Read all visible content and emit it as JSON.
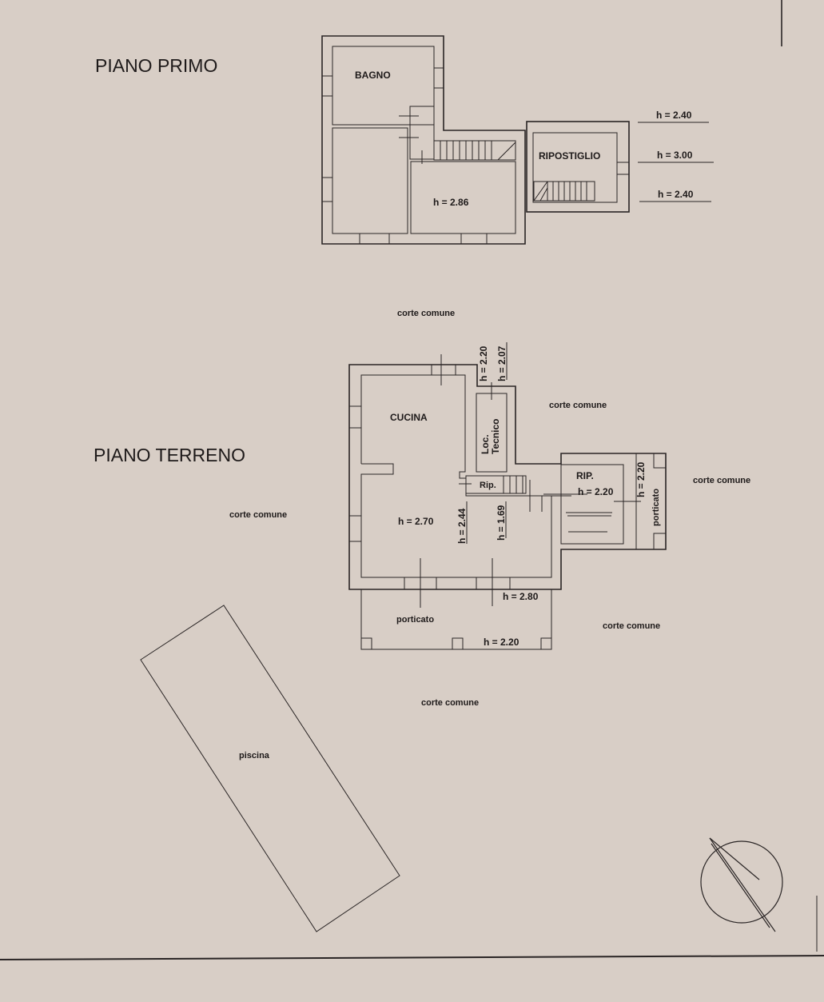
{
  "floors": {
    "first": {
      "title": "PIANO PRIMO",
      "rooms": {
        "bath": "BAGNO",
        "storage": "RIPOSTIGLIO"
      },
      "heights": {
        "main_room": "h = 2.86",
        "side_top": "h = 2.40",
        "side_mid": "h = 3.00",
        "side_bottom": "h = 2.40"
      }
    },
    "ground": {
      "title": "PIANO TERRENO",
      "rooms": {
        "kitchen": "CUCINA",
        "tech_room": "Loc.",
        "tech_room_2": "Tecnico",
        "storage_small": "Rip.",
        "storage": "RIP.",
        "porch": "porticato",
        "side_porch": "porticato"
      },
      "heights": {
        "kitchen": "h = 2.70",
        "h_244": "h = 2.44",
        "h_169": "h = 1.69",
        "h_220_top": "h = 2.20",
        "h_207_top": "h = 2.07",
        "storage": "h = 2.20",
        "side_porch": "h = 2.20",
        "porch_top": "h = 2.80",
        "porch_bottom": "h = 2.20"
      }
    }
  },
  "yard": {
    "labels": [
      "corte comune",
      "corte comune",
      "corte comune",
      "corte comune",
      "corte comune",
      "corte comune"
    ],
    "pool": "piscina"
  },
  "icons": {
    "compass": "north-arrow-icon"
  }
}
